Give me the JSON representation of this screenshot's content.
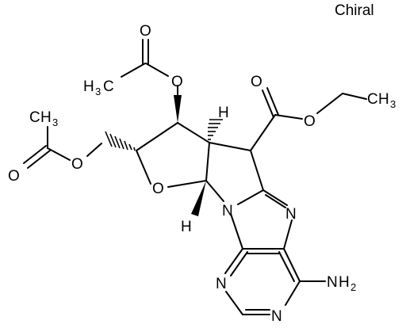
{
  "chiral_label": "Chiral",
  "atom_labels": {
    "carbonyl_o_acetyl_top": "O",
    "ester_o_acetyl_top": "O",
    "ch3_acetyl_top_h": "H",
    "ch3_acetyl_top_c": "C",
    "ch3_subscript": "3",
    "ring_o": "O",
    "ester_o_side": "O",
    "carbonyl_o_side": "O",
    "ch3_side_c": "C",
    "ch3_side_h": "H",
    "h_top": "H",
    "h_bottom": "H",
    "carbonyl_o_ethyl": "O",
    "ester_o_ethyl": "O",
    "ch3_ethyl_c": "C",
    "ch3_ethyl_h": "H",
    "n_imidazole": "N",
    "n_bridge": "N",
    "n_pyrimidine_left": "N",
    "n_pyrimidine_bottom": "N",
    "amine_n": "N",
    "amine_h": "H",
    "amine_subscript": "2"
  },
  "colors": {
    "bond": "#000000",
    "background": "#ffffff"
  }
}
